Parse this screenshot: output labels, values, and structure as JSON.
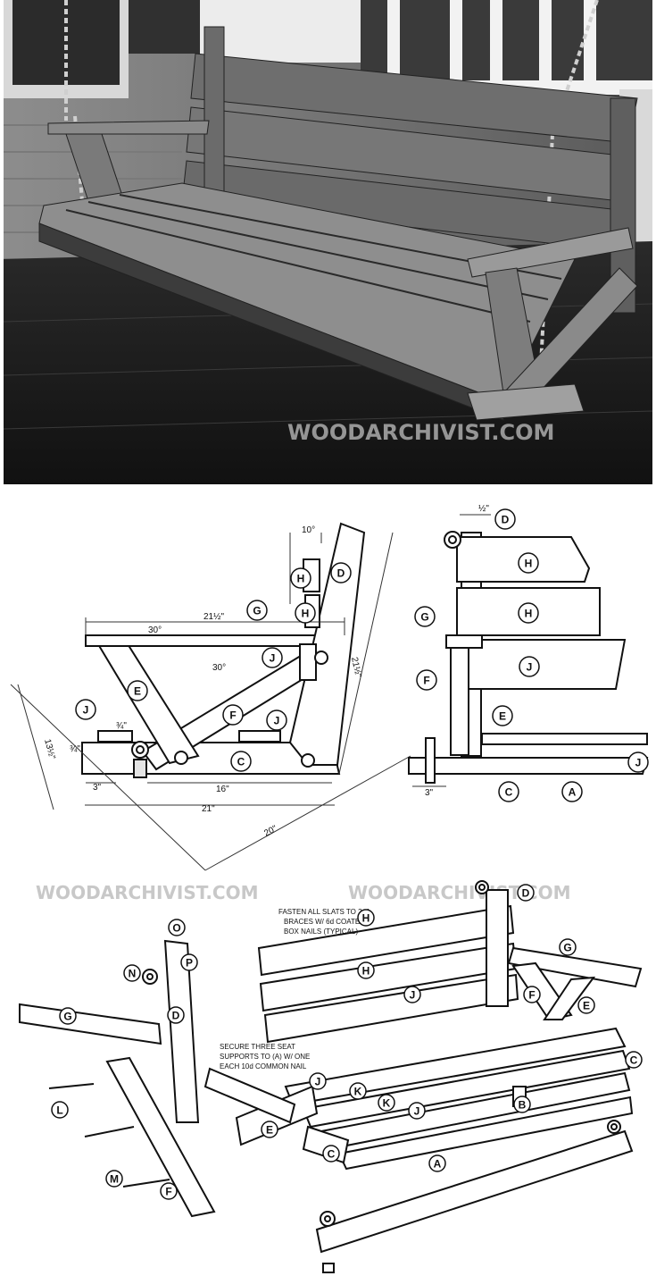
{
  "watermark": "WOODARCHIVIST.COM",
  "side_view": {
    "dims": {
      "top_angle": "10°",
      "arm_length": "21½\"",
      "arm_angle": "30°",
      "brace_angle": "30°",
      "back_height": "21½\"",
      "slat_offset": "¾\"",
      "left_height": "13½\"",
      "left_offset": "¾\"",
      "eye_offset": "3\"",
      "seat_mid": "16\"",
      "seat_length": "21\"",
      "diagonal": "20\""
    },
    "part_labels": [
      "D",
      "H",
      "H",
      "G",
      "J",
      "E",
      "F",
      "J",
      "J",
      "C"
    ]
  },
  "end_view": {
    "dims": {
      "top": "½\"",
      "bottom": "3\""
    },
    "part_labels": [
      "D",
      "H",
      "H",
      "G",
      "J",
      "F",
      "E",
      "J",
      "C",
      "A"
    ]
  },
  "exploded": {
    "note_slats": [
      "FASTEN ALL SLATS TO 2x4",
      "BRACES W/ 6d COATED",
      "BOX NAILS (TYPICAL)"
    ],
    "note_seat": [
      "SECURE THREE SEAT",
      "SUPPORTS TO (A) W/ ONE",
      "EACH 10d COMMON NAIL"
    ],
    "part_labels": [
      "O",
      "N",
      "P",
      "D",
      "H",
      "H",
      "J",
      "G",
      "G",
      "F",
      "E",
      "C",
      "J",
      "K",
      "K",
      "J",
      "B",
      "L",
      "M",
      "F",
      "E",
      "C",
      "A",
      "D"
    ]
  }
}
